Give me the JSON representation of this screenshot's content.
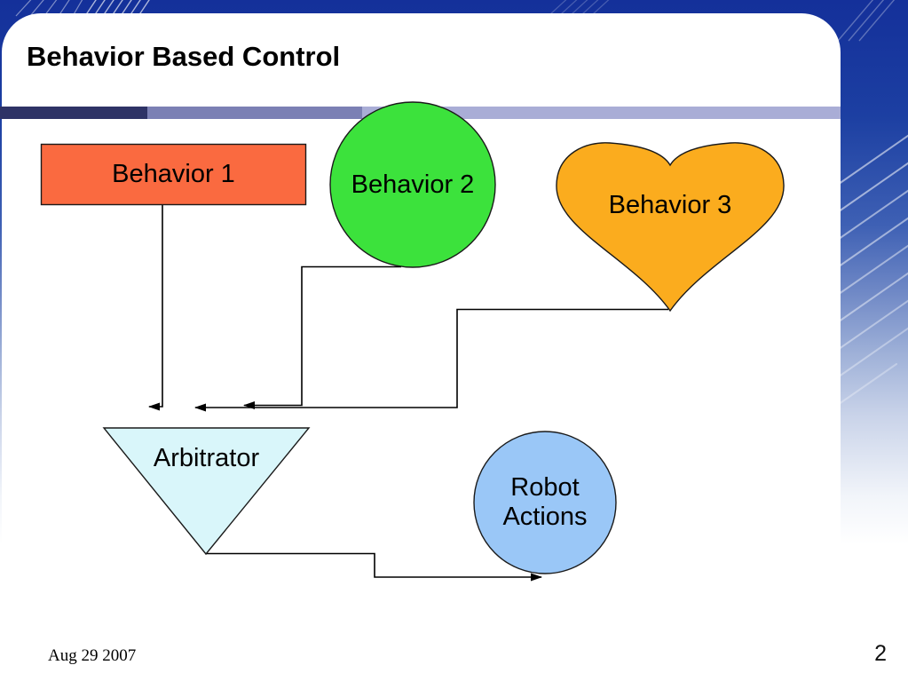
{
  "slide": {
    "title": "Behavior Based Control",
    "footer": {
      "date": "Aug 29 2007",
      "page_number": "2"
    }
  },
  "diagram": {
    "nodes": {
      "behavior1": {
        "label": "Behavior 1",
        "shape": "rectangle",
        "fill": "#fa6a40"
      },
      "behavior2": {
        "label": "Behavior 2",
        "shape": "circle",
        "fill": "#3ce23c"
      },
      "behavior3": {
        "label": "Behavior 3",
        "shape": "heart",
        "fill": "#fbac1e"
      },
      "arbitrator": {
        "label": "Arbitrator",
        "shape": "inverted-triangle",
        "fill": "#d9f6fa"
      },
      "robot_actions": {
        "label_line1": "Robot",
        "label_line2": "Actions",
        "shape": "circle",
        "fill": "#9ac7f7"
      }
    },
    "edges": [
      {
        "from": "behavior1",
        "to": "arbitrator",
        "arrow": "left"
      },
      {
        "from": "behavior2",
        "to": "arbitrator",
        "arrow": "left"
      },
      {
        "from": "behavior3",
        "to": "arbitrator",
        "arrow": "left"
      },
      {
        "from": "arbitrator",
        "to": "robot_actions",
        "arrow": "right"
      }
    ]
  },
  "theme": {
    "background_top": "#14309a",
    "background_bottom": "#ffffff",
    "divider_colors": [
      "#2e3366",
      "#7b80b4",
      "#a9add6"
    ],
    "card_color": "#ffffff",
    "shape_stroke": "#1a1a1a",
    "connector_color": "#000000",
    "text_color": "#000000"
  }
}
